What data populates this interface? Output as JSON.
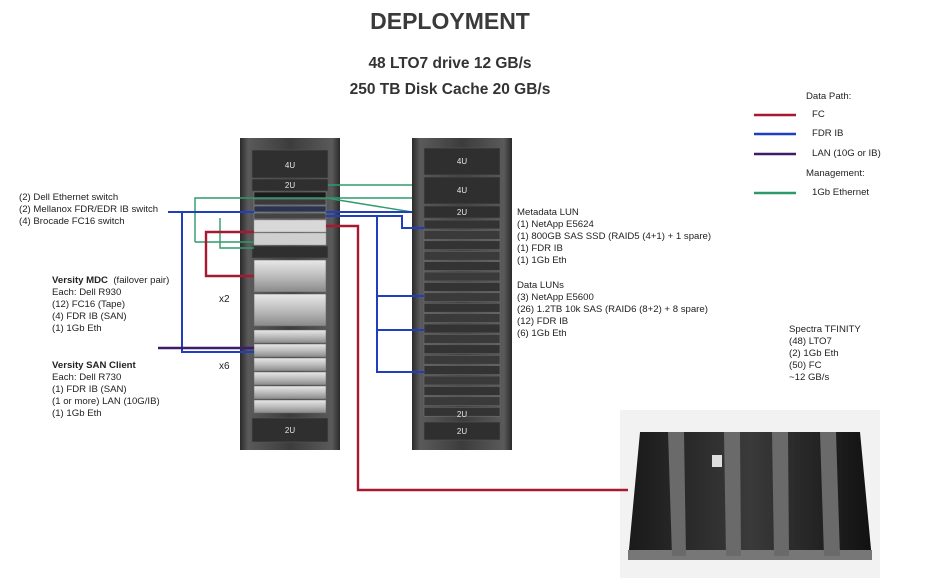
{
  "title": "DEPLOYMENT",
  "subtitle_line1": "48 LTO7 drive 12 GB/s",
  "subtitle_line2": "250 TB Disk Cache 20 GB/s",
  "legend": {
    "data_path_title": "Data Path:",
    "management_title": "Management:",
    "items": [
      {
        "label": "FC",
        "color": "#a6192e"
      },
      {
        "label": "FDR IB",
        "color": "#1f3fbf"
      },
      {
        "label": "LAN (10G or IB)",
        "color": "#3d1c6b"
      },
      {
        "label": "1Gb Ethernet",
        "color": "#2e9a6a"
      }
    ]
  },
  "switches": {
    "line1": "(2) Dell Ethernet switch",
    "line2": "(2) Mellanox FDR/EDR IB switch",
    "line3": "(4) Brocade FC16 switch"
  },
  "mdc": {
    "name": "Versity MDC",
    "qualifier": "(failover pair)",
    "line1": "Each: Dell R930",
    "line2": "(12) FC16 (Tape)",
    "line3": "(4) FDR IB (SAN)",
    "line4": "(1) 1Gb Eth",
    "multiplier": "x2"
  },
  "san_client": {
    "name": "Versity SAN Client",
    "line1": "Each: Dell R730",
    "line2": "(1) FDR IB (SAN)",
    "line3": "(1 or more) LAN (10G/IB)",
    "line4": "(1) 1Gb Eth",
    "multiplier": "x6"
  },
  "metadata_lun": {
    "title": "Metadata LUN",
    "line1": "(1) NetApp E5624",
    "line2": "(1) 800GB SAS SSD (RAID5 (4+1) + 1 spare)",
    "line3": "(1) FDR IB",
    "line4": "(1) 1Gb Eth"
  },
  "data_luns": {
    "title": "Data LUNs",
    "line1": "(3) NetApp E5600",
    "line2": "(26) 1.2TB 10k SAS (RAID6 (8+2) + 8 spare)",
    "line3": "(12) FDR IB",
    "line4": "(6) 1Gb Eth"
  },
  "tape_library": {
    "title": "Spectra TFINITY",
    "line1": "(48) LTO7",
    "line2": "(2) 1Gb Eth",
    "line3": "(50) FC",
    "line4": "~12 GB/s"
  },
  "rack_labels": {
    "left": [
      "4U",
      "2U",
      "2U"
    ],
    "right": [
      "4U",
      "4U",
      "2U",
      "2U",
      "2U"
    ]
  }
}
